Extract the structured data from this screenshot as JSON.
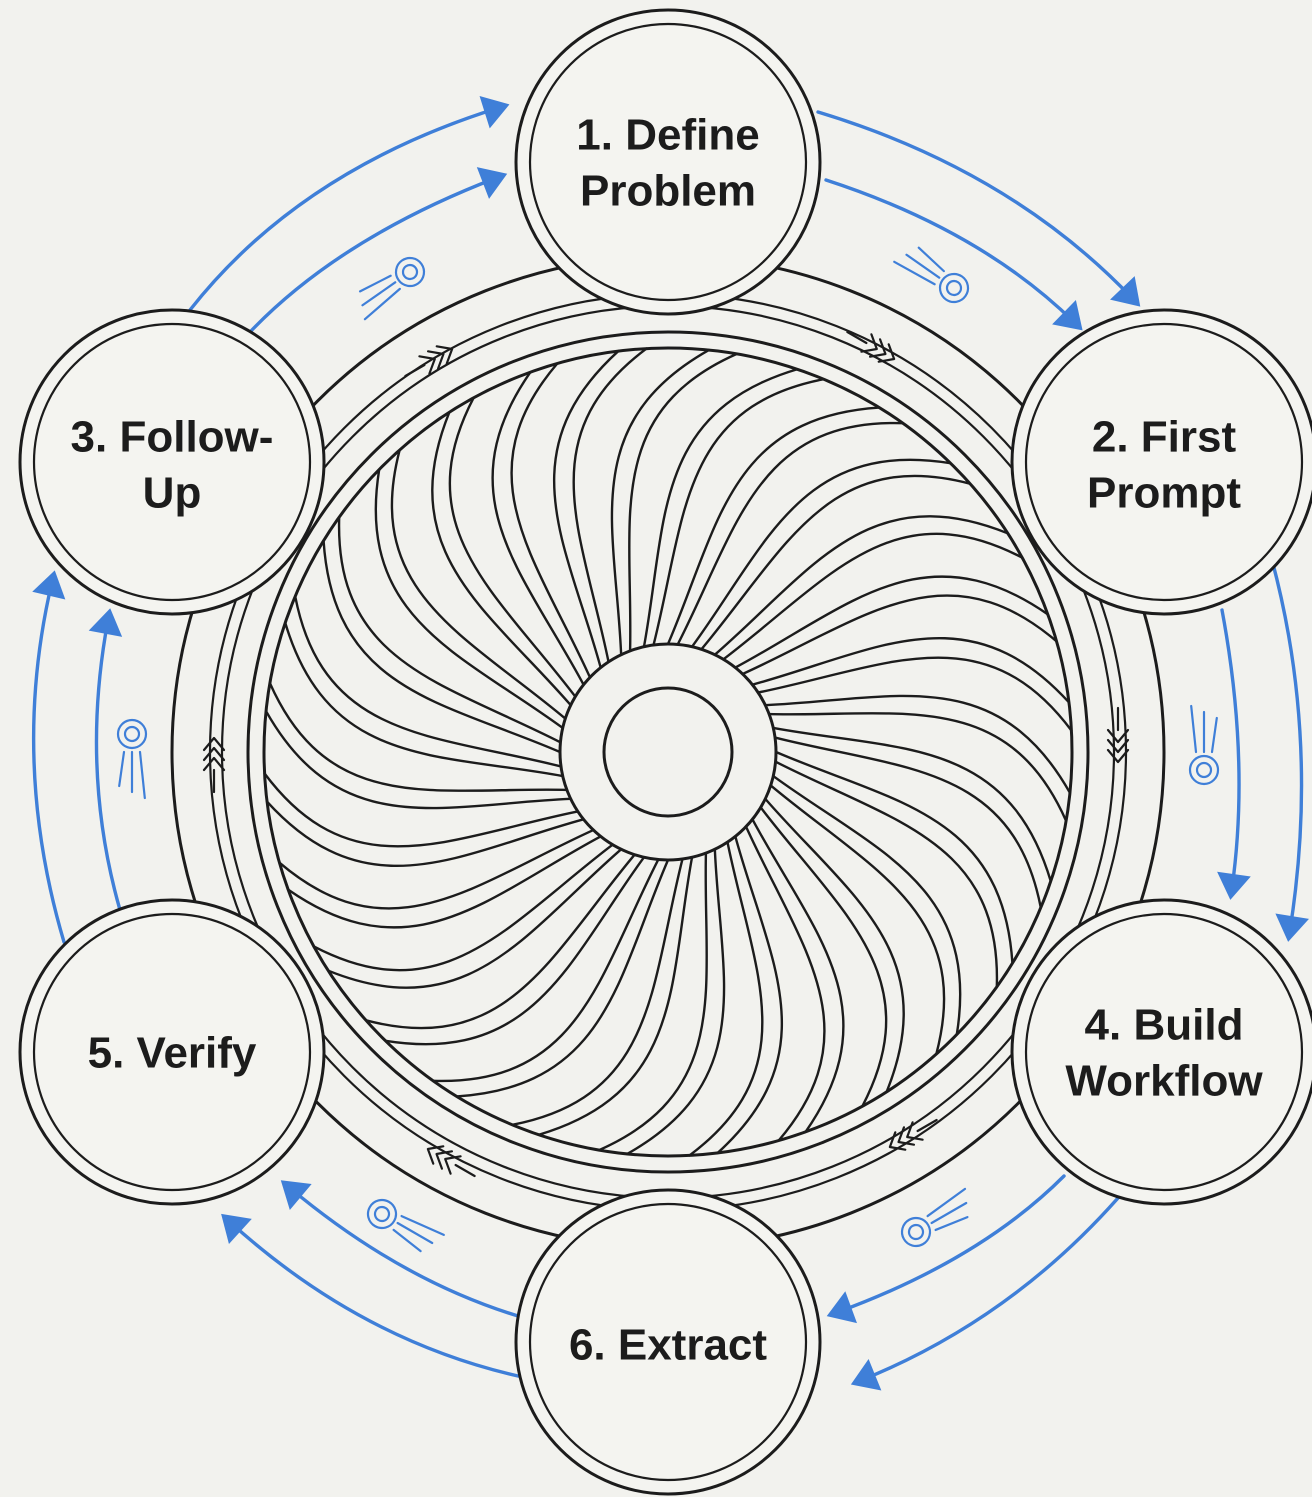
{
  "colors": {
    "background": "#f2f2ee",
    "ink": "#1c1c1c",
    "flow_arrow": "#3f7fd8",
    "node_fill": "#f4f4f0"
  },
  "steps": [
    {
      "id": "define-problem",
      "lines": [
        "1. Define",
        "Problem"
      ]
    },
    {
      "id": "first-prompt",
      "lines": [
        "2. First",
        "Prompt"
      ]
    },
    {
      "id": "follow-up",
      "lines": [
        "3. Follow-",
        "Up"
      ]
    },
    {
      "id": "build-workflow",
      "lines": [
        "4. Build",
        "Workflow"
      ]
    },
    {
      "id": "verify",
      "lines": [
        "5. Verify"
      ]
    },
    {
      "id": "extract",
      "lines": [
        "6. Extract"
      ]
    }
  ],
  "flow_direction": "clockwise",
  "center_icon": "turbine-fan-icon",
  "decorations": [
    "comet-icon",
    "chevron-arrow-icon"
  ]
}
